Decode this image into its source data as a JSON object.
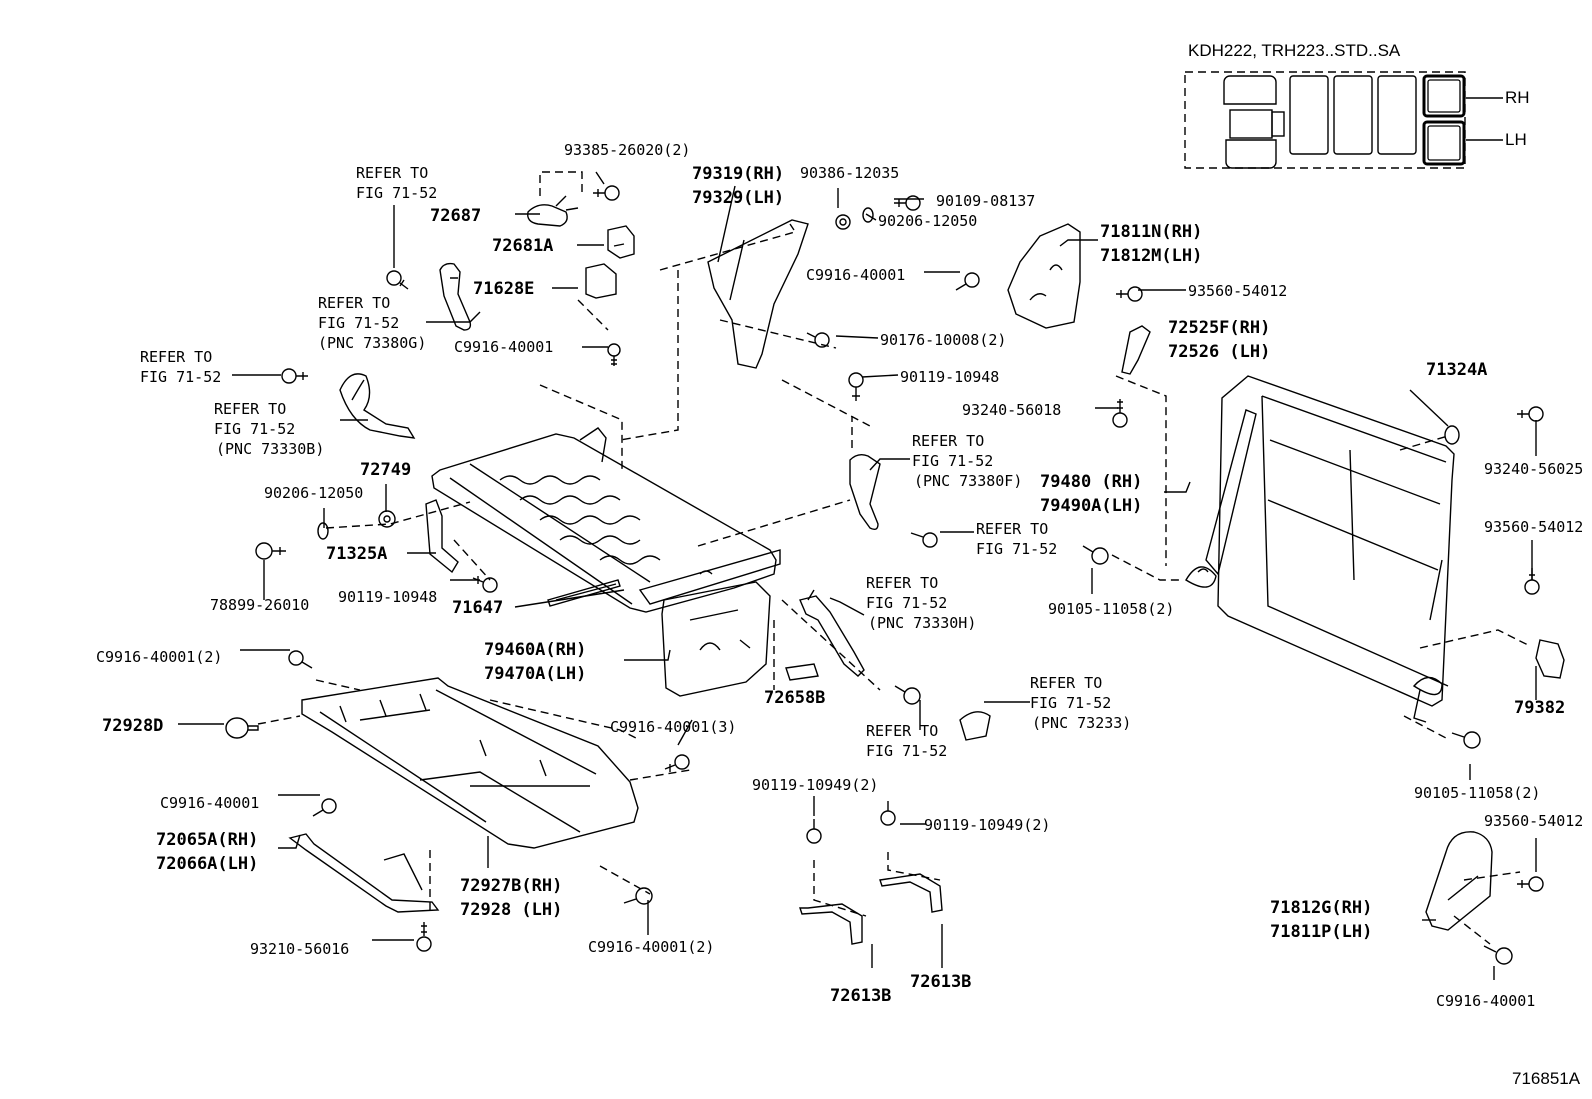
{
  "inset": {
    "model": "KDH222, TRH223..STD..SA",
    "rh": "RH",
    "lh": "LH"
  },
  "figure_id": "716851A",
  "labels": {
    "p93385": "93385-26020(2)",
    "p72687": "72687",
    "p72681A": "72681A",
    "p71628E": "71628E",
    "pC9916_a": "C9916-40001",
    "ref1_a": "REFER TO",
    "ref1_b": "FIG 71-52",
    "ref2_a": "REFER TO",
    "ref2_b": "FIG 71-52",
    "ref2_c": "(PNC 73380G)",
    "ref3_a": "REFER TO",
    "ref3_b": "FIG 71-52",
    "ref4_a": "REFER TO",
    "ref4_b": "FIG 71-52",
    "ref4_c": "(PNC 73330B)",
    "p72749": "72749",
    "p90206_a": "90206-12050",
    "p71325A": "71325A",
    "p78899": "78899-26010",
    "p90119_a": "90119-10948",
    "p71647": "71647",
    "p79460A": "79460A(RH)",
    "p79470A": "79470A(LH)",
    "pC9916_b": "C9916-40001(2)",
    "p72928D": "72928D",
    "pC9916_c": "C9916-40001(3)",
    "pC9916_d": "C9916-40001",
    "p72065A": "72065A(RH)",
    "p72066A": "72066A(LH)",
    "p72927B": "72927B(RH)",
    "p72928": "72928 (LH)",
    "pC9916_e": "C9916-40001(2)",
    "p93210": "93210-56016",
    "p79319": "79319(RH)",
    "p79329": "79329(LH)",
    "p90386": "90386-12035",
    "p90109": "90109-08137",
    "p90206_b": "90206-12050",
    "pC9916_f": "C9916-40001",
    "p90176": "90176-10008(2)",
    "p90119_b": "90119-10948",
    "p71811N": "71811N(RH)",
    "p71812M": "71812M(LH)",
    "p93560_a": "93560-54012",
    "p72525F": "72525F(RH)",
    "p72526": "72526 (LH)",
    "p93240_a": "93240-56018",
    "ref5_a": "REFER TO",
    "ref5_b": "FIG 71-52",
    "ref5_c": "(PNC 73380F)",
    "p79480": "79480 (RH)",
    "p79490A": "79490A(LH)",
    "ref6_a": "REFER TO",
    "ref6_b": "FIG 71-52",
    "p90105_a": "90105-11058(2)",
    "ref7_a": "REFER TO",
    "ref7_b": "FIG 71-52",
    "ref7_c": "(PNC 73330H)",
    "p72658B": "72658B",
    "ref8_a": "REFER TO",
    "ref8_b": "FIG 71-52",
    "ref8_c": "(PNC 73233)",
    "ref9_a": "REFER TO",
    "ref9_b": "FIG 71-52",
    "p90119_c": "90119-10949(2)",
    "p90119_d": "90119-10949(2)",
    "p72613B_a": "72613B",
    "p72613B_b": "72613B",
    "p71324A": "71324A",
    "p93240_b": "93240-56025",
    "p93560_b": "93560-54012",
    "p79382": "79382",
    "p90105_b": "90105-11058(2)",
    "p93560_c": "93560-54012",
    "p71812G": "71812G(RH)",
    "p71811P": "71811P(LH)",
    "pC9916_g": "C9916-40001"
  }
}
